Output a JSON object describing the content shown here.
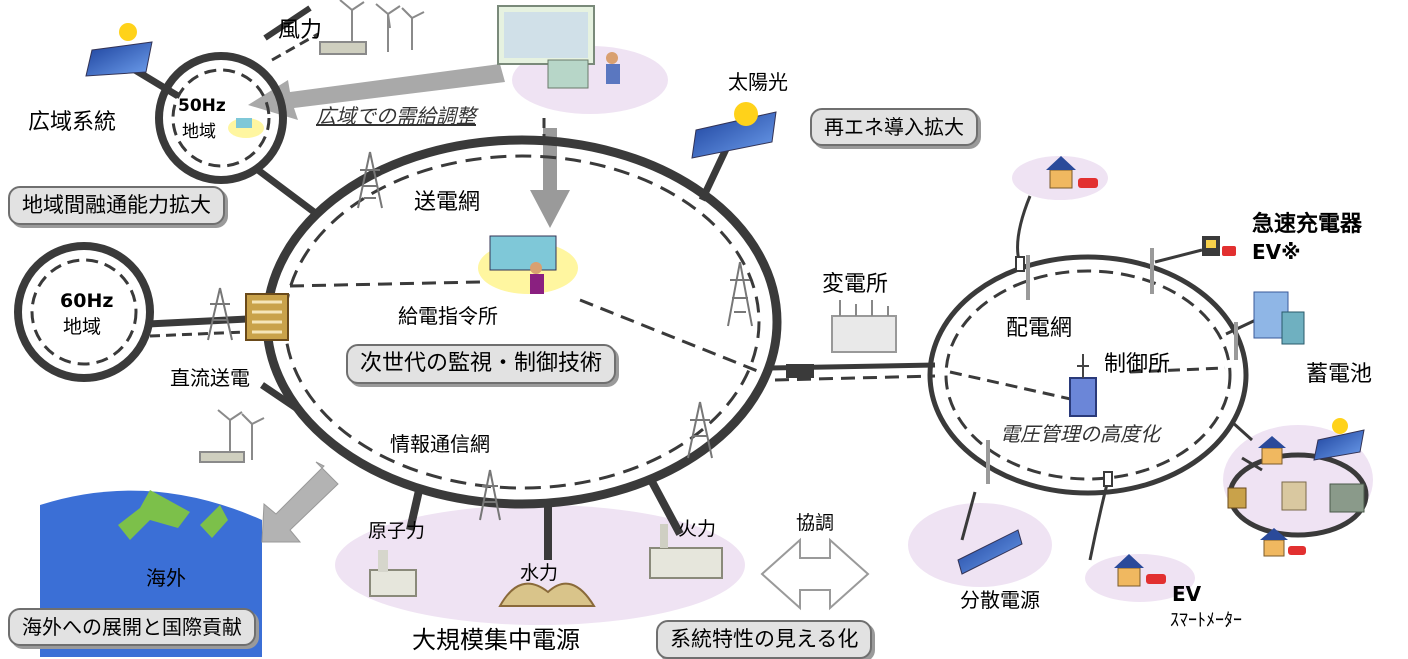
{
  "colors": {
    "line": "#3a3a3a",
    "box_fill": "#e2e2e2",
    "box_border": "#6f6f6f",
    "globe": "#3b6fd6",
    "land": "#7cc04a",
    "halo": "#efe3f3",
    "arrow": "#b3b3b3"
  },
  "labels": {
    "wind": "風力",
    "regional_system": "広域系統",
    "hz50_line1": "50Hz",
    "hz50_line2": "地域",
    "wide_supply_demand": "広域での需給調整",
    "solar_top": "太陽光",
    "renewable_expansion": "再エネ導入拡大",
    "interregional_capacity": "地域間融通能力拡大",
    "transmission_network": "送電網",
    "load_dispatch_center": "給電指令所",
    "next_gen_monitoring": "次世代の監視・制御技術",
    "hz60_line1": "60Hz",
    "hz60_line2": "地域",
    "dc_transmission": "直流送電",
    "info_comm_network": "情報通信網",
    "substation": "変電所",
    "distribution_network": "配電網",
    "control_station": "制御所",
    "voltage_management": "電圧管理の高度化",
    "quick_charger": "急速充電器",
    "ev_note": "EV※",
    "storage_battery": "蓄電池",
    "overseas": "海外",
    "overseas_contribution": "海外への展開と国際貢献",
    "nuclear": "原子力",
    "hydro": "水力",
    "thermal": "火力",
    "large_central_power": "大規模集中電源",
    "coordination": "協調",
    "system_visualization": "系統特性の見える化",
    "distributed_power": "分散電源",
    "ev": "EV",
    "smart_meter": "ｽﾏｰﾄﾒｰﾀｰ"
  }
}
